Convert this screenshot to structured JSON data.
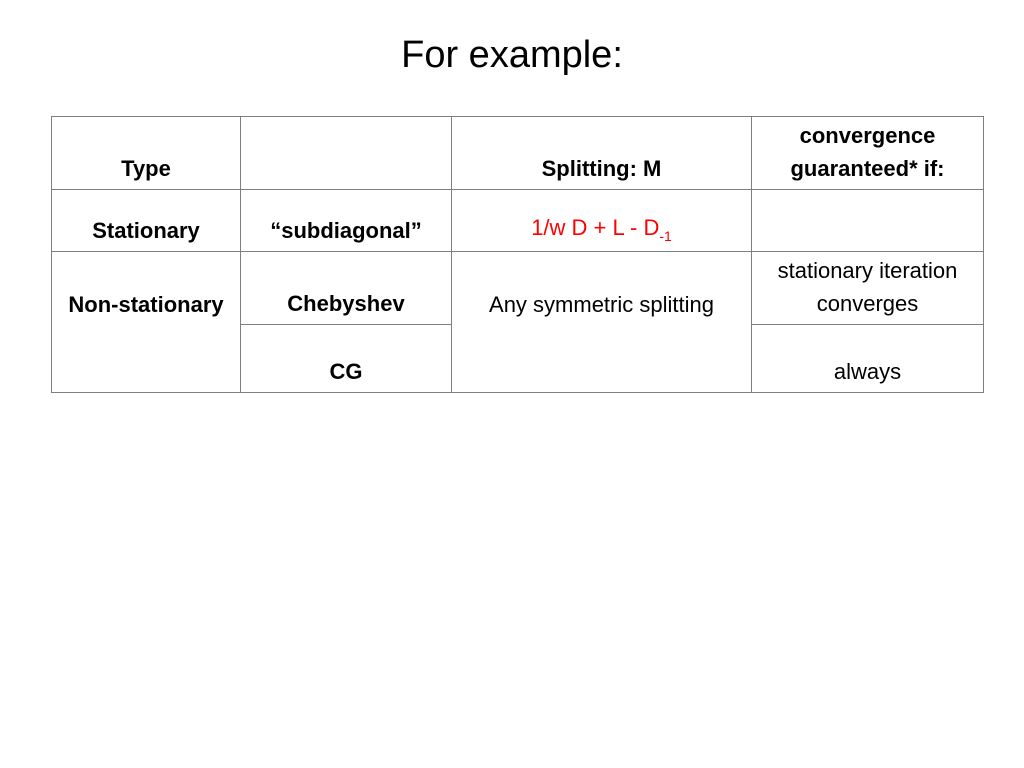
{
  "slide": {
    "title": "For example:"
  },
  "table": {
    "header": {
      "type": "Type",
      "col2": "",
      "splitting": "Splitting: M",
      "convergence": "convergence guaranteed* if:"
    },
    "rows": {
      "stationary": {
        "type": "Stationary",
        "method": "“subdiagonal”",
        "splitting_main": "1/w D + L - D",
        "splitting_sub": "-1",
        "convergence": ""
      },
      "nonstationary": {
        "type": "Non-stationary",
        "method": "Chebyshev",
        "splitting": "Any symmetric splitting",
        "convergence": "stationary iteration converges"
      },
      "cg": {
        "method": "CG",
        "convergence": "always"
      }
    },
    "colors": {
      "border": "#7f7f7f",
      "highlight": "#ff0000"
    }
  }
}
